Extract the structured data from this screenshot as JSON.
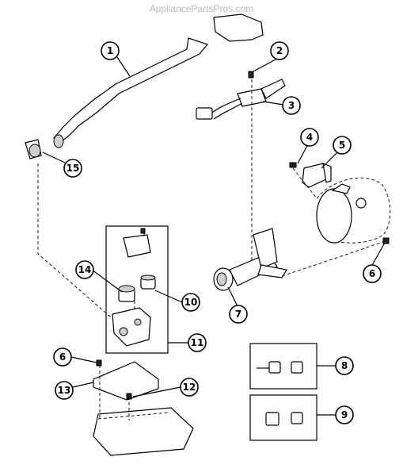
{
  "watermark": "AppliancePartsPros.com",
  "callouts": [
    {
      "id": "1",
      "label": "1"
    },
    {
      "id": "2",
      "label": "2"
    },
    {
      "id": "3",
      "label": "3"
    },
    {
      "id": "4",
      "label": "4"
    },
    {
      "id": "5",
      "label": "5"
    },
    {
      "id": "6a",
      "label": "6"
    },
    {
      "id": "7",
      "label": "7"
    },
    {
      "id": "8",
      "label": "8"
    },
    {
      "id": "9",
      "label": "9"
    },
    {
      "id": "10",
      "label": "10"
    },
    {
      "id": "11",
      "label": "11"
    },
    {
      "id": "12",
      "label": "12"
    },
    {
      "id": "13",
      "label": "13"
    },
    {
      "id": "14",
      "label": "14"
    },
    {
      "id": "15",
      "label": "15"
    },
    {
      "id": "6b",
      "label": "6"
    }
  ]
}
